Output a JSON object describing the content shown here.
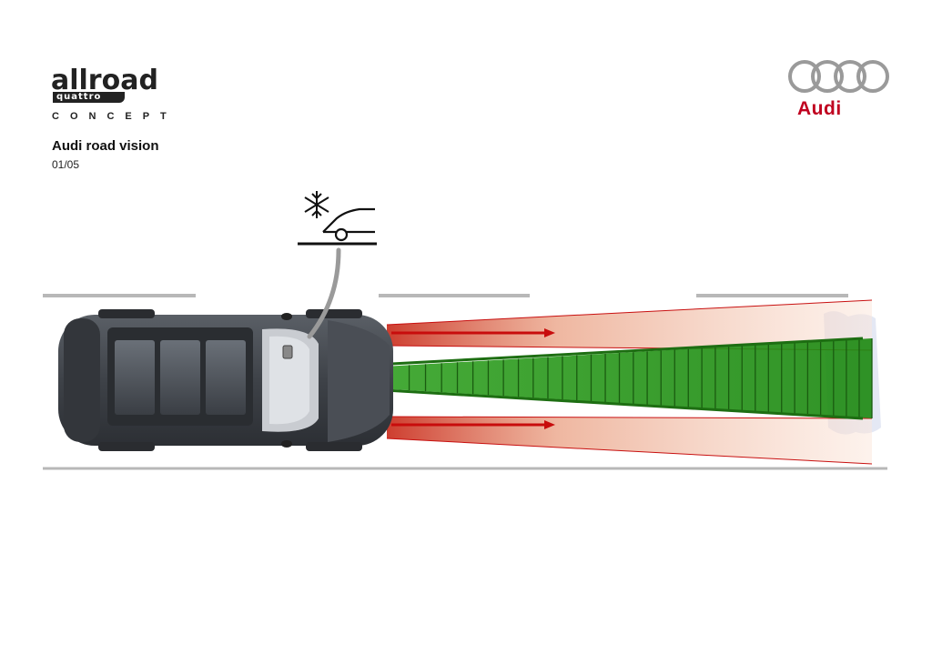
{
  "header": {
    "logo_main": "allroad",
    "logo_sub": "quattro",
    "logo_line": "CONCEPT",
    "title": "Audi road vision",
    "page": "01/05"
  },
  "brand": {
    "name": "Audi",
    "color": "#c0001f"
  },
  "icons": {
    "weather": "snowflake-icon",
    "road_condition": "slippery-road-car-icon"
  },
  "colors": {
    "radar": "#cc1010",
    "camera": "#2e9a1e",
    "lane": "#b8b8b8"
  }
}
